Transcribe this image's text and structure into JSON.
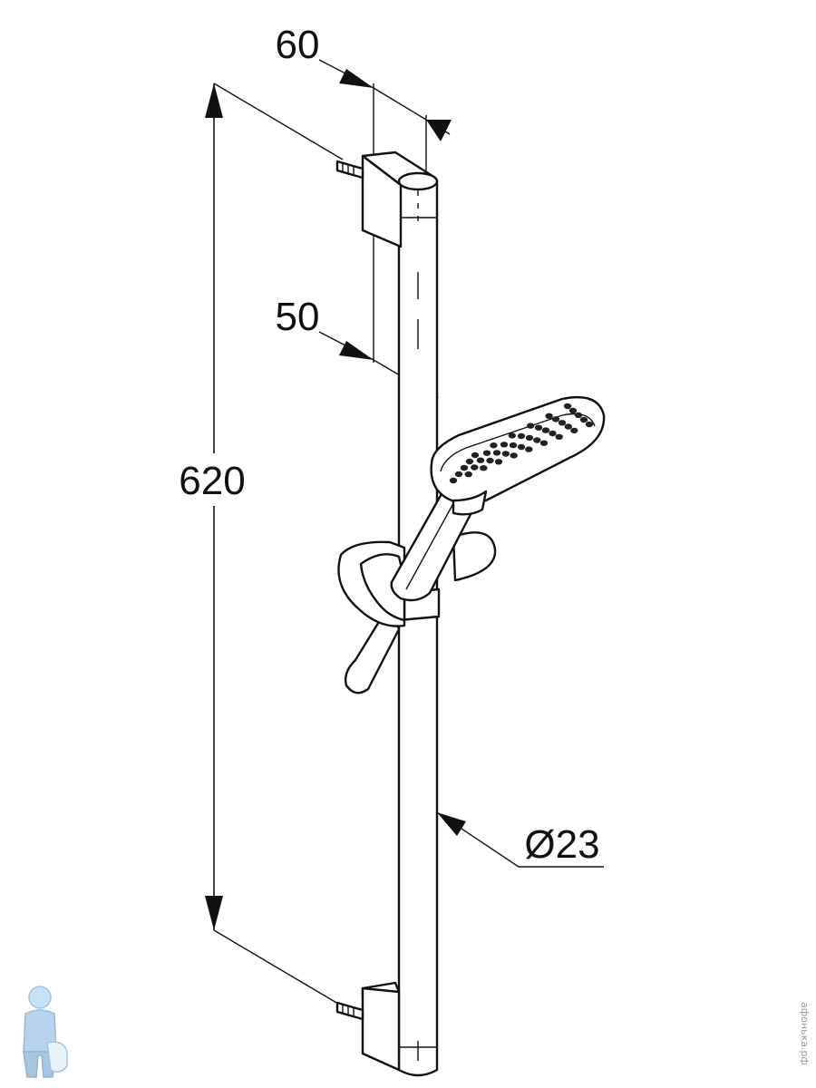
{
  "dimensions": {
    "bracket_depth": "60",
    "bar_offset": "50",
    "rail_length": "620",
    "rail_diameter": "Ø23"
  },
  "watermark": {
    "site": "афонька.рф"
  }
}
